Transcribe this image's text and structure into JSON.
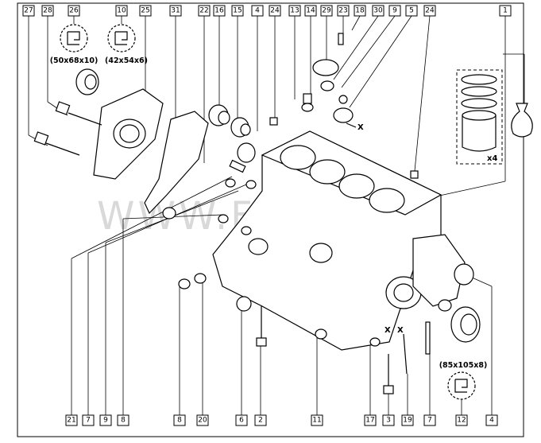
{
  "watermark": "WWW.FIAT.RU",
  "top_callouts": [
    "27",
    "28",
    "26",
    "10",
    "25",
    "31",
    "22",
    "16",
    "15",
    "4",
    "24",
    "13",
    "14",
    "29",
    "23",
    "18",
    "30",
    "9",
    "5",
    "24",
    "1"
  ],
  "bottom_callouts": [
    "21",
    "7",
    "9",
    "8",
    "8",
    "20",
    "6",
    "2",
    "11",
    "17",
    "3",
    "19",
    "7",
    "12",
    "4"
  ],
  "seal_labels": {
    "seal_26": "(50x68x10)",
    "seal_10": "(42x54x6)",
    "seal_12": "(85x105x8)"
  },
  "piston_qty": "x4",
  "marker_x_1": "X",
  "marker_x_2": "X",
  "marker_x_3": "X"
}
